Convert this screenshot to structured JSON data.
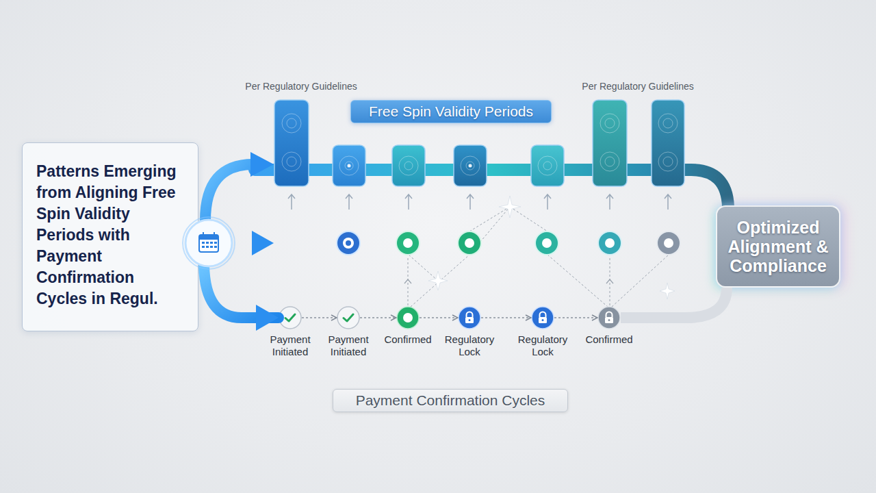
{
  "diagram": {
    "nodes": [
      {
        "text": [
          "Patterns Emerging from Aligning Free Spin Validity Periods with Payment Confirmation Cycles in Regul."
        ]
      },
      {
        "text": [
          "Free Spin Validity Periods"
        ]
      },
      {
        "text": [
          "Payment Initiated"
        ]
      },
      {
        "text": [
          "Payment Initiated"
        ]
      },
      {
        "text": [
          "Confirmed"
        ]
      },
      {
        "text": [
          "Regulatory Lock"
        ]
      },
      {
        "text": [
          "Regulatory Lock"
        ]
      },
      {
        "text": [
          "Confirmed"
        ]
      },
      {
        "text": [
          "Payment Confirmation Cycles"
        ]
      },
      {
        "text": [
          "Optimized Alignment & Compliance"
        ]
      }
    ],
    "edges": [
      {
        "from": 0,
        "to": 2,
        "arrow": "to"
      },
      {
        "from": 2,
        "to": 3,
        "arrow": "to"
      },
      {
        "from": 3,
        "to": 4,
        "arrow": "to"
      },
      {
        "from": 4,
        "to": 5,
        "arrow": "to"
      },
      {
        "from": 5,
        "to": 6,
        "arrow": "to"
      },
      {
        "from": 6,
        "to": 7,
        "arrow": "to"
      },
      {
        "from": 7,
        "to": 9,
        "arrow": "none"
      }
    ],
    "labels": [
      "Per Regulatory Guidelines",
      "Per Regulatory Guidelines"
    ]
  }
}
